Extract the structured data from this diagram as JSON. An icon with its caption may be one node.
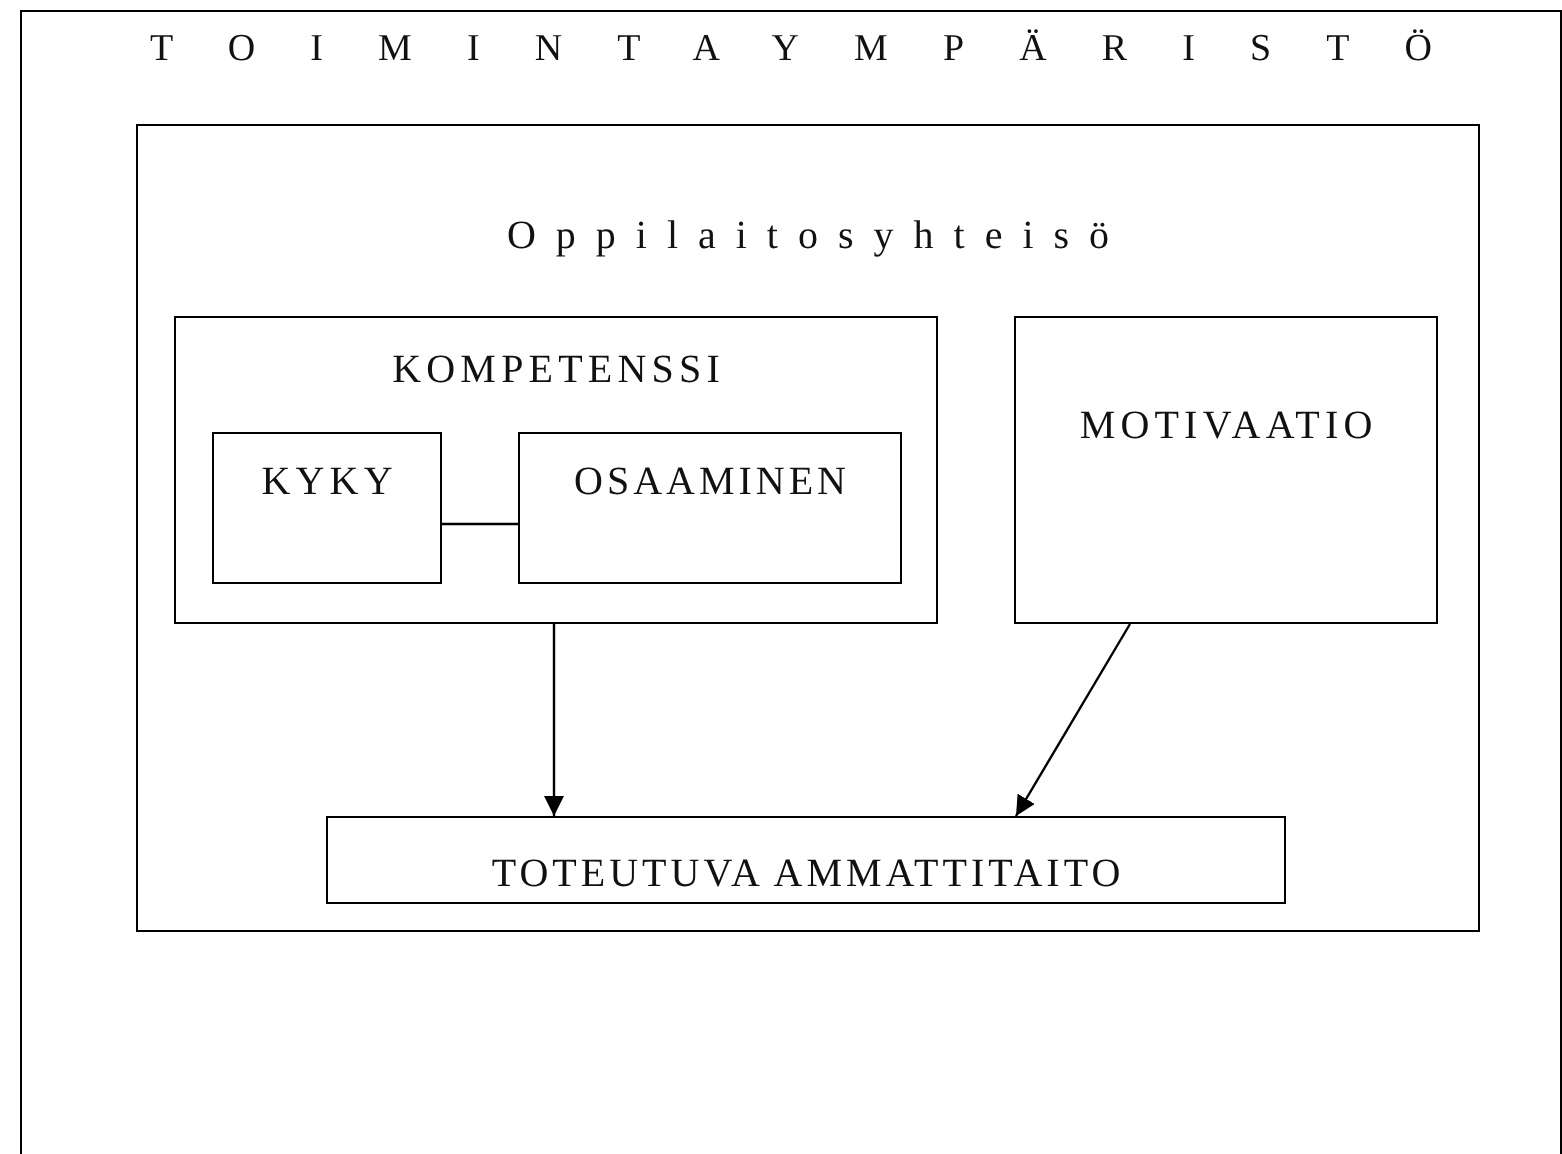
{
  "diagram": {
    "nodes": [
      {
        "text": [
          "TOIMINTAYMPÄRISTÖ"
        ]
      },
      {
        "text": [
          "Oppilaitosyhteisö"
        ],
        "in": 0
      },
      {
        "text": [
          "KOMPETENSSI"
        ],
        "in": 1
      },
      {
        "text": [
          "KYKY"
        ],
        "in": 2
      },
      {
        "text": [
          "OSAAMINEN"
        ],
        "in": 2
      },
      {
        "text": [
          "MOTIVAATIO"
        ],
        "in": 1
      },
      {
        "text": [
          "TOTEUTUVA AMMATTITAITO"
        ],
        "in": 1
      }
    ],
    "edges": [
      {
        "from": 3,
        "to": 4,
        "arrow": "none"
      },
      {
        "from": 2,
        "to": 6,
        "arrow": "to"
      },
      {
        "from": 5,
        "to": 6,
        "arrow": "to"
      }
    ]
  }
}
